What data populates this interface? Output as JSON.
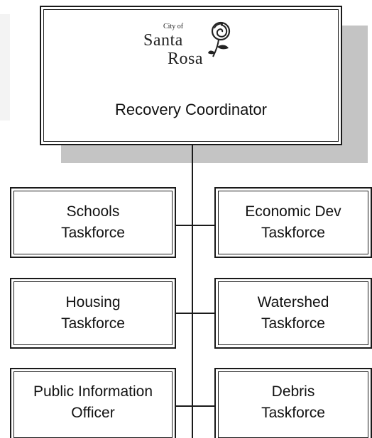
{
  "logo": {
    "city_of": "City of",
    "santa": "Santa",
    "rosa": "Rosa"
  },
  "top": {
    "title": "Recovery Coordinator"
  },
  "boxes": {
    "schools": "Schools\nTaskforce",
    "economic_dev": "Economic Dev\nTaskforce",
    "housing": "Housing\nTaskforce",
    "watershed": "Watershed\nTaskforce",
    "public_information": "Public Information\nOfficer",
    "debris": "Debris\nTaskforce"
  }
}
